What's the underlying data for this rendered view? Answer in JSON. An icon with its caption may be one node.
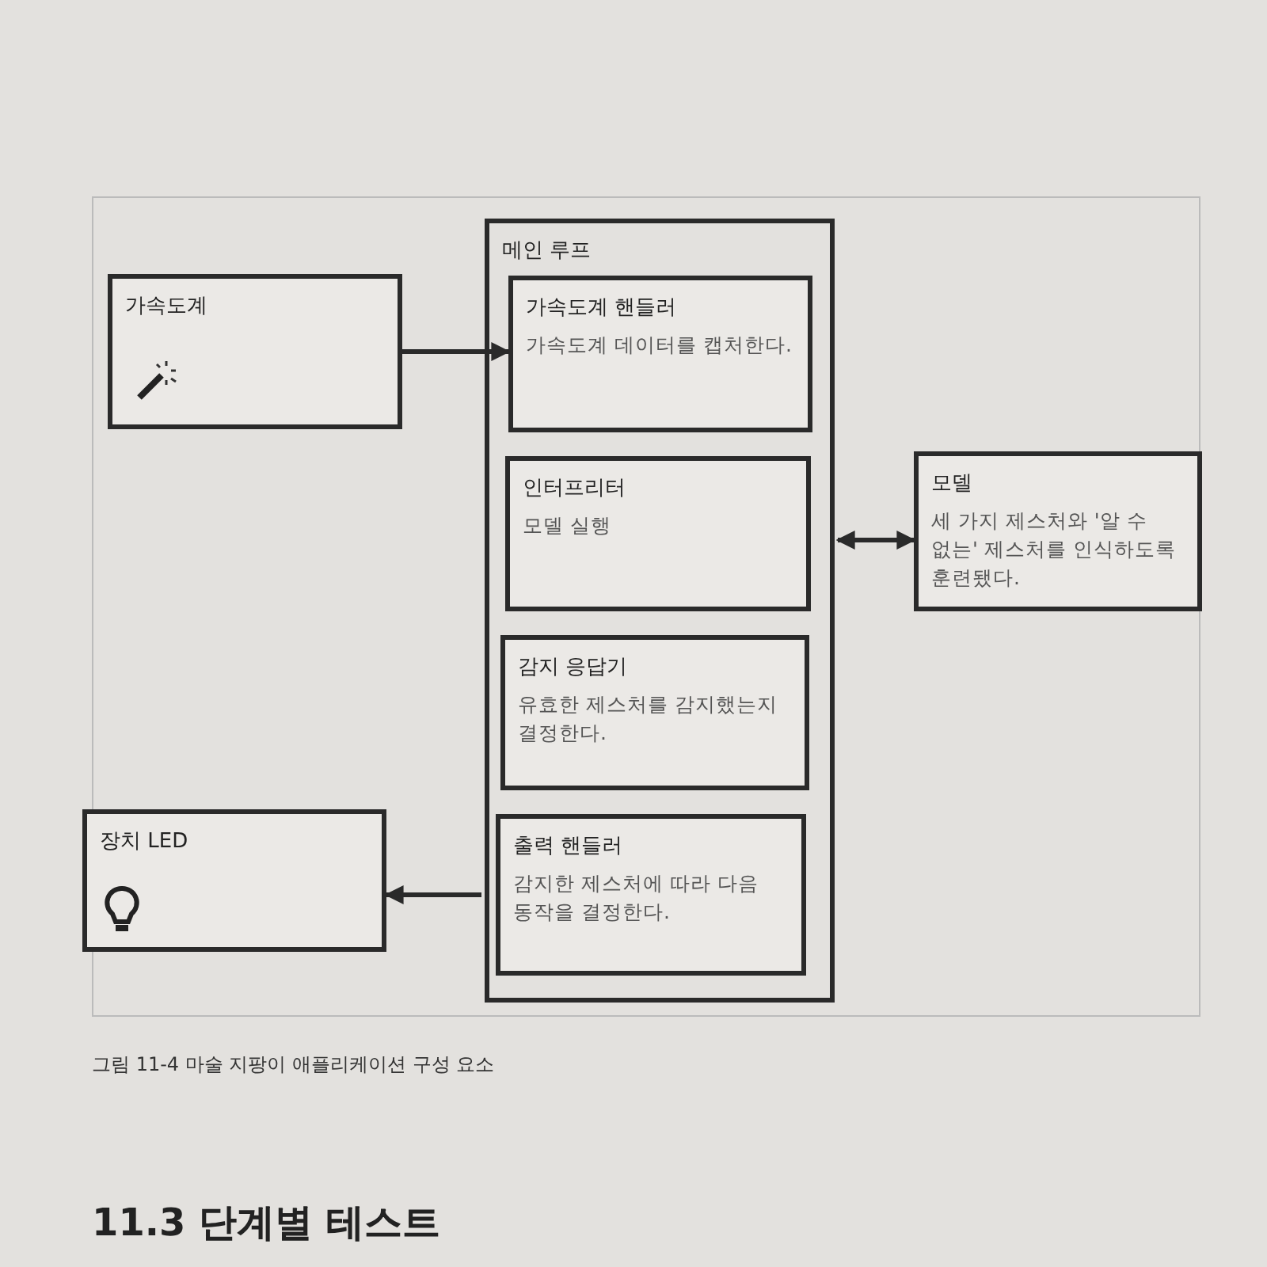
{
  "diagram": {
    "caption": "그림 11-4 마술 지팡이 애플리케이션 구성 요소",
    "nodes": [
      {
        "text": [
          "가속도계"
        ]
      },
      {
        "text": [
          "메인 루프"
        ]
      },
      {
        "text": [
          "가속도계 핸들러",
          "가속도계 데이터를 캡처한다."
        ],
        "in": 1
      },
      {
        "text": [
          "인터프리터",
          "모델 실행"
        ],
        "in": 1
      },
      {
        "text": [
          "감지 응답기",
          "유효한 제스처를 감지했는지 결정한다."
        ],
        "in": 1
      },
      {
        "text": [
          "출력 핸들러",
          "감지한 제스처에 따라 다음 동작을 결정한다."
        ],
        "in": 1
      },
      {
        "text": [
          "모델",
          "세 가지 제스처와 '알 수 없는' 제스처를 인식하도록 훈련됐다."
        ]
      },
      {
        "text": [
          "장치 LED"
        ]
      }
    ],
    "edges": [
      {
        "from": 0,
        "to": 2,
        "arrow": "to"
      },
      {
        "from": 3,
        "to": 6,
        "arrow": "both"
      },
      {
        "from": 5,
        "to": 7,
        "arrow": "to"
      }
    ],
    "labels": [
      "11.3 단계별 테스트"
    ]
  }
}
